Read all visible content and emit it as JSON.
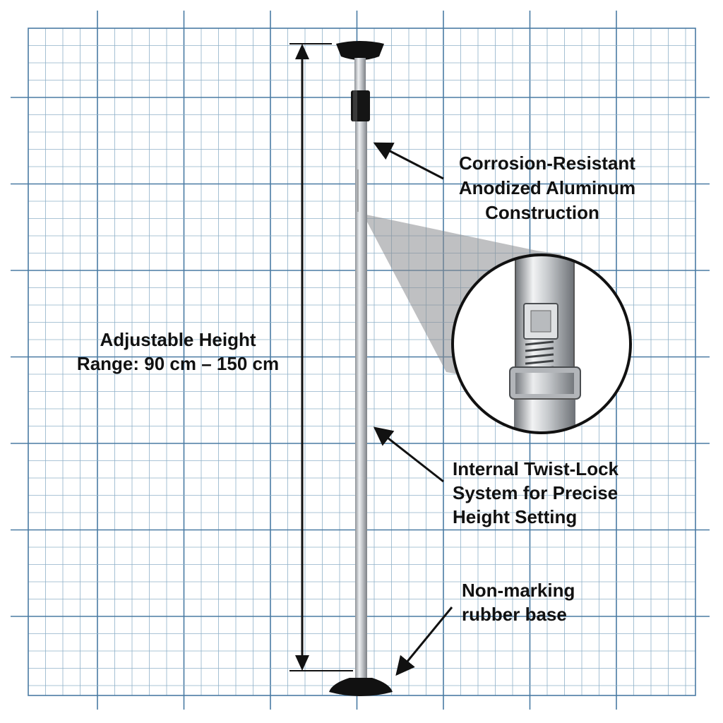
{
  "colors": {
    "background": "#ffffff",
    "grid_minor": "#8fb0c8",
    "grid_major": "#4a7ba3",
    "pole": "#b9bcc0",
    "rubber": "#111111",
    "text": "#111111"
  },
  "dimension": {
    "line1": "Adjustable Height",
    "line2": "Range: 90 cm – 150 cm"
  },
  "callouts": {
    "material": {
      "line1": "Corrosion-Resistant",
      "line2": "Anodized Aluminum",
      "line3": "Construction"
    },
    "lock": {
      "line1": "Internal Twist-Lock",
      "line2": "System for Precise",
      "line3": "Height Setting"
    },
    "base": {
      "line1": "Non-marking",
      "line2": "rubber base"
    }
  }
}
